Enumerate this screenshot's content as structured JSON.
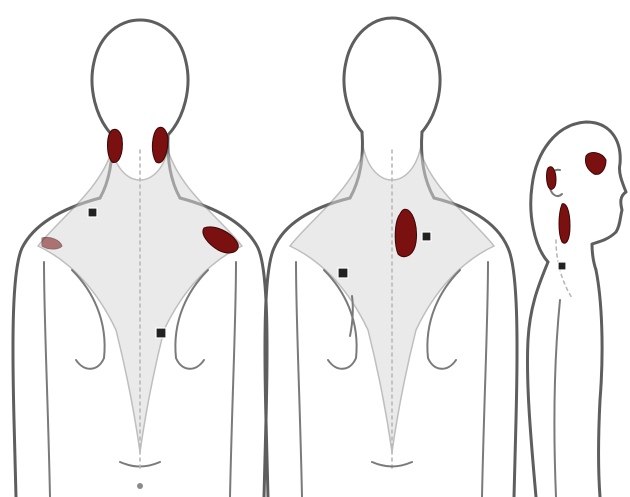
{
  "colors": {
    "referral_pain": "#7a1010",
    "outline": "#5e5e5e",
    "trigger_point": "#222222",
    "muscle_fill": "#d9d9d9"
  },
  "figures": [
    {
      "view": "posterior",
      "label_left": "",
      "label_right": ""
    },
    {
      "view": "posterior",
      "label_left": "",
      "label_right": ""
    },
    {
      "view": "lateral",
      "label_right": ""
    }
  ]
}
